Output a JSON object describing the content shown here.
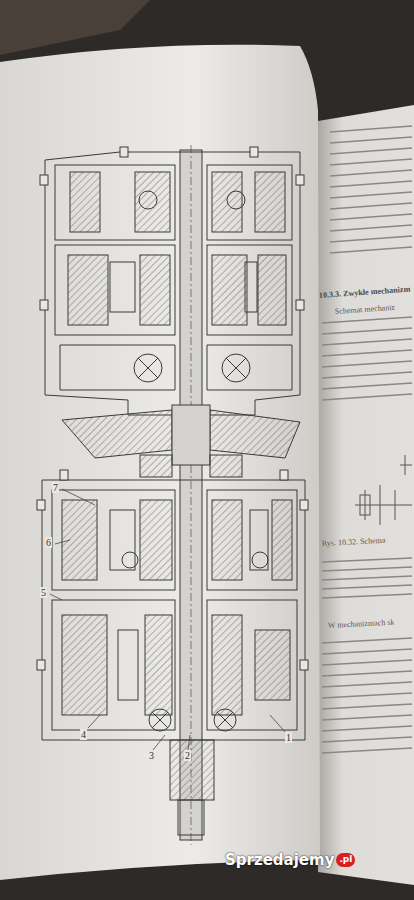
{
  "diagram": {
    "labels": [
      "7",
      "6",
      "5",
      "4",
      "3",
      "2",
      "1",
      "10.3.3. Zwykłe mechanizm",
      "Schemat mechaniz",
      "Rys. 10.32. Schema",
      "W mechanizmach sk",
      "Sprzedajemy",
      ".pl"
    ]
  }
}
